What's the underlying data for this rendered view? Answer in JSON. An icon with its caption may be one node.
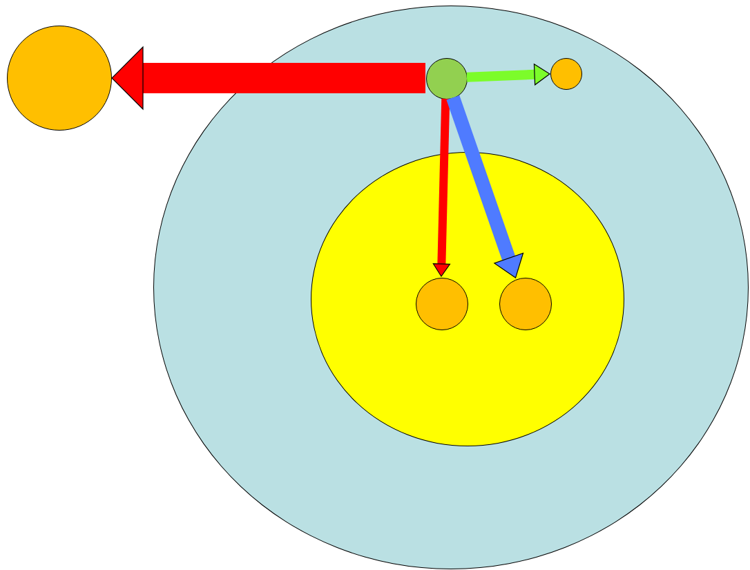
{
  "diagram": {
    "nodes": [
      {
        "text": [],
        "shape": "circle"
      },
      {
        "text": [],
        "shape": "circle"
      },
      {
        "text": [],
        "shape": "circle",
        "in": 1
      },
      {
        "text": [],
        "shape": "circle",
        "in": 1
      },
      {
        "text": [],
        "shape": "circle",
        "in": 1
      },
      {
        "text": [],
        "shape": "circle",
        "in": 4
      },
      {
        "text": [],
        "shape": "circle",
        "in": 4
      }
    ],
    "edges": [
      {
        "from": 2,
        "to": 0,
        "arrow": "to",
        "style": "thick"
      },
      {
        "from": 2,
        "to": 3,
        "arrow": "to",
        "color": "#7cfc2a"
      },
      {
        "from": 2,
        "to": 5,
        "arrow": "to"
      },
      {
        "from": 2,
        "to": 6,
        "arrow": "to",
        "color": "#4f7bff"
      }
    ]
  }
}
